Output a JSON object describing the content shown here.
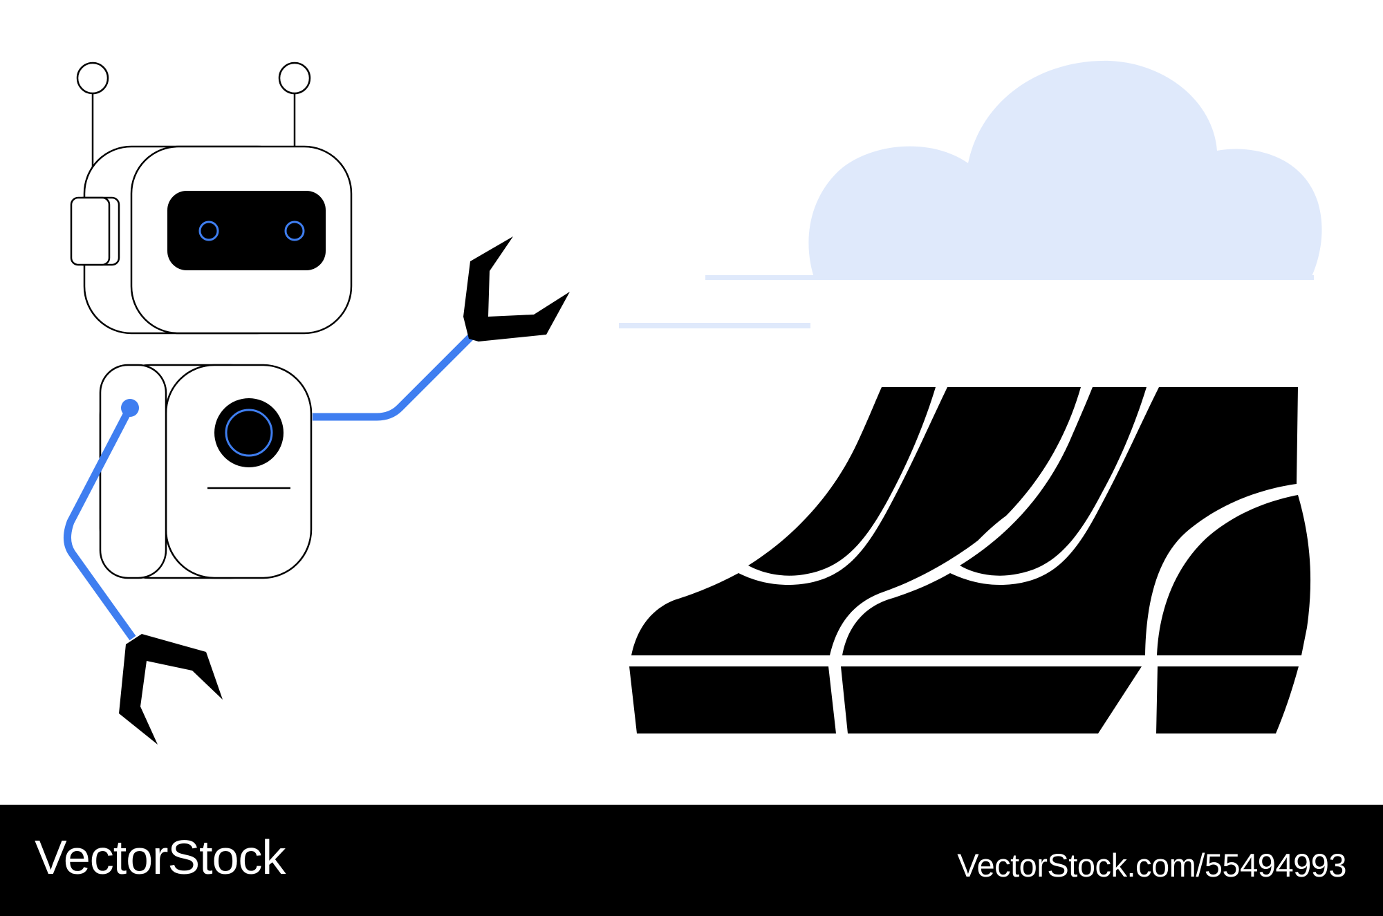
{
  "footer": {
    "brand": "VectorStock",
    "url": "VectorStock.com/55494993"
  },
  "colors": {
    "accent_blue": "#3f7ef0",
    "cloud_blue": "#dfe9fb",
    "ink": "#000000",
    "background": "#ffffff"
  },
  "illustration": {
    "subjects": [
      "robot-with-claw-arms",
      "cloud",
      "stacked-shoes"
    ]
  }
}
